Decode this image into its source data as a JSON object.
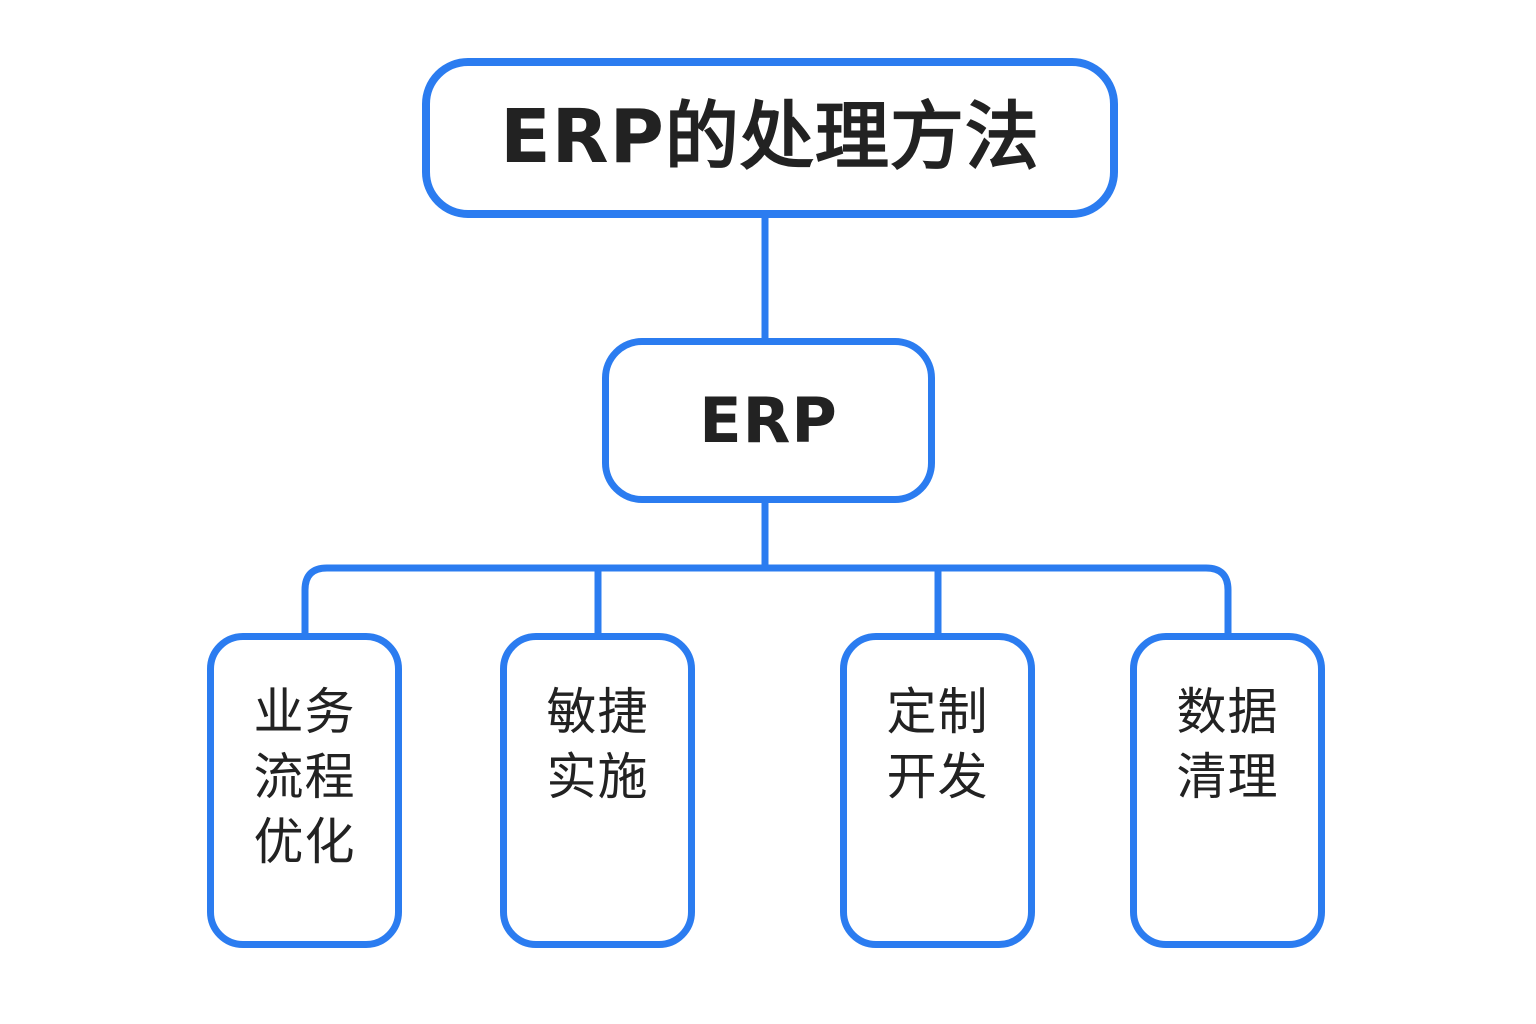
{
  "diagram": {
    "type": "org-tree",
    "background_color": "#ffffff",
    "accent_color": "#2b7cf0",
    "text_color": "#222222",
    "title_node": {
      "label": "ERP的处理方法"
    },
    "root_node": {
      "label": "ERP"
    },
    "leaf_nodes": [
      {
        "label": "业务流程优化"
      },
      {
        "label": "敏捷实施"
      },
      {
        "label": "定制开发"
      },
      {
        "label": "数据清理"
      }
    ],
    "connectors": [
      {
        "from": "title_node",
        "to": "root_node",
        "style": "straight-vertical"
      },
      {
        "from": "root_node",
        "to": "bus",
        "style": "straight-vertical"
      },
      {
        "from": "bus",
        "to": "leaf_nodes.0",
        "style": "elbow-rounded"
      },
      {
        "from": "bus",
        "to": "leaf_nodes.1",
        "style": "straight-vertical"
      },
      {
        "from": "bus",
        "to": "leaf_nodes.2",
        "style": "straight-vertical"
      },
      {
        "from": "bus",
        "to": "leaf_nodes.3",
        "style": "elbow-rounded"
      }
    ]
  }
}
